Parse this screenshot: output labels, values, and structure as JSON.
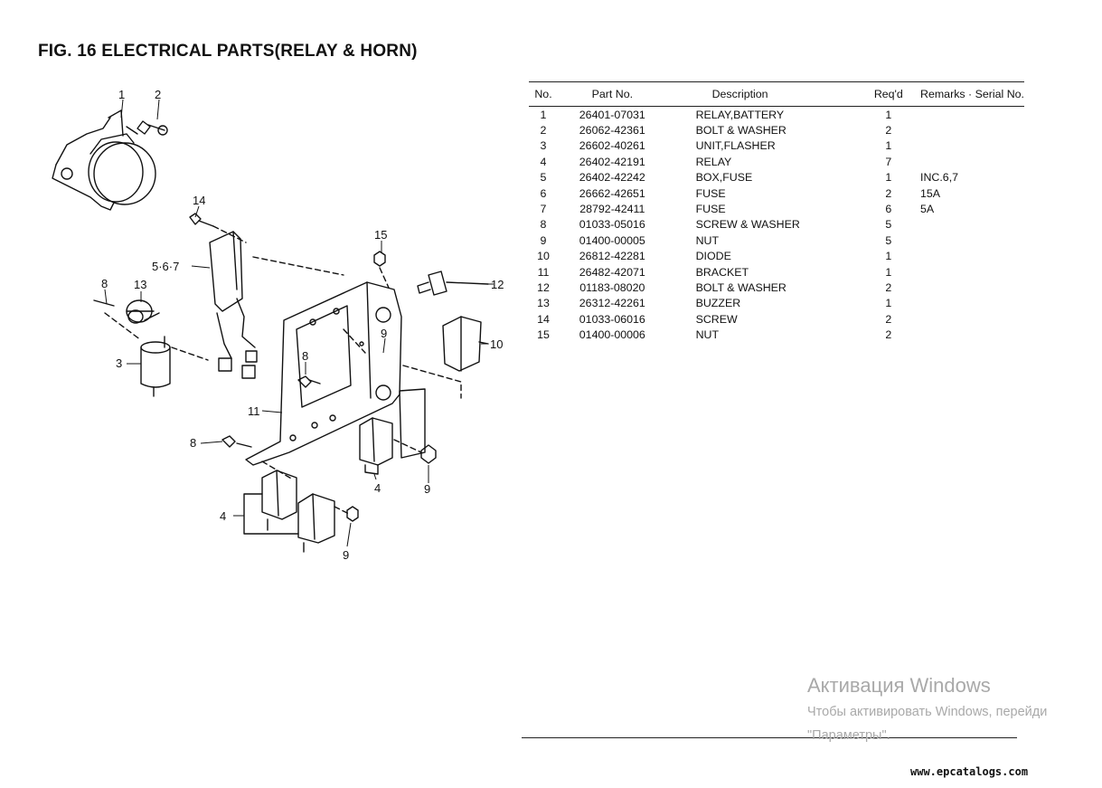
{
  "header": {
    "title": "FIG. 16  ELECTRICAL PARTS(RELAY & HORN)"
  },
  "table": {
    "columns": {
      "no": "No.",
      "part_no": "Part No.",
      "description": "Description",
      "reqd": "Req'd",
      "remarks": "Remarks · Serial No."
    },
    "rows": [
      {
        "no": "1",
        "part_no": "26401-07031",
        "description": "RELAY,BATTERY",
        "reqd": "1",
        "remarks": ""
      },
      {
        "no": "2",
        "part_no": "26062-42361",
        "description": "BOLT & WASHER",
        "reqd": "2",
        "remarks": ""
      },
      {
        "no": "3",
        "part_no": "26602-40261",
        "description": "UNIT,FLASHER",
        "reqd": "1",
        "remarks": ""
      },
      {
        "no": "4",
        "part_no": "26402-42191",
        "description": "RELAY",
        "reqd": "7",
        "remarks": ""
      },
      {
        "no": "5",
        "part_no": "26402-42242",
        "description": "BOX,FUSE",
        "reqd": "1",
        "remarks": "INC.6,7"
      },
      {
        "no": "6",
        "part_no": "26662-42651",
        "description": "FUSE",
        "reqd": "2",
        "remarks": "15A"
      },
      {
        "no": "7",
        "part_no": "28792-42411",
        "description": "FUSE",
        "reqd": "6",
        "remarks": "5A"
      },
      {
        "no": "8",
        "part_no": "01033-05016",
        "description": "SCREW & WASHER",
        "reqd": "5",
        "remarks": ""
      },
      {
        "no": "9",
        "part_no": "01400-00005",
        "description": "NUT",
        "reqd": "5",
        "remarks": ""
      },
      {
        "no": "10",
        "part_no": "26812-42281",
        "description": "DIODE",
        "reqd": "1",
        "remarks": ""
      },
      {
        "no": "11",
        "part_no": "26482-42071",
        "description": "BRACKET",
        "reqd": "1",
        "remarks": ""
      },
      {
        "no": "12",
        "part_no": "01183-08020",
        "description": "BOLT & WASHER",
        "reqd": "2",
        "remarks": ""
      },
      {
        "no": "13",
        "part_no": "26312-42261",
        "description": "BUZZER",
        "reqd": "1",
        "remarks": ""
      },
      {
        "no": "14",
        "part_no": "01033-06016",
        "description": "SCREW",
        "reqd": "2",
        "remarks": ""
      },
      {
        "no": "15",
        "part_no": "01400-00006",
        "description": "NUT",
        "reqd": "2",
        "remarks": ""
      }
    ]
  },
  "diagram": {
    "callouts": [
      {
        "text": "1"
      },
      {
        "text": "2"
      },
      {
        "text": "14"
      },
      {
        "text": "15"
      },
      {
        "text": "5·6·7"
      },
      {
        "text": "8"
      },
      {
        "text": "13"
      },
      {
        "text": "12"
      },
      {
        "text": "3"
      },
      {
        "text": "9"
      },
      {
        "text": "10"
      },
      {
        "text": "8"
      },
      {
        "text": "11"
      },
      {
        "text": "8"
      },
      {
        "text": "4"
      },
      {
        "text": "9"
      },
      {
        "text": "4"
      },
      {
        "text": "9"
      }
    ]
  },
  "watermark": {
    "title": "Активация Windows",
    "line1": "Чтобы активировать Windows, перейди",
    "line2": "\"Параметры\"."
  },
  "footer": {
    "url": "www.epcatalogs.com"
  }
}
